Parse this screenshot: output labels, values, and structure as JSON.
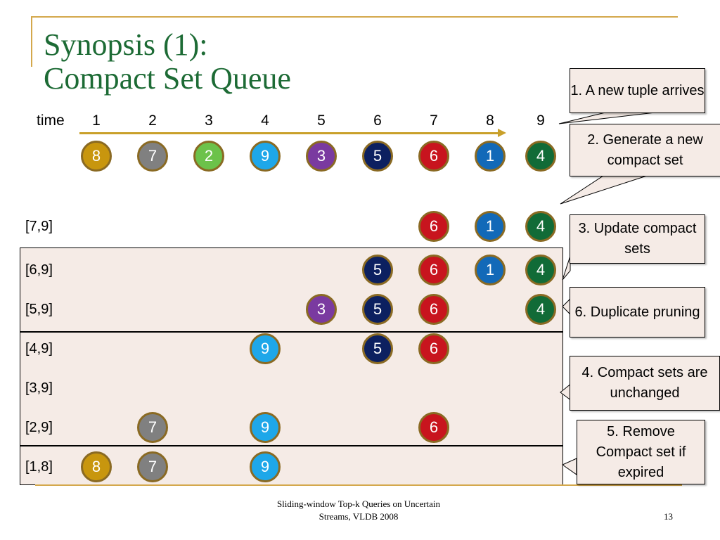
{
  "title": {
    "line1": "Synopsis (1):",
    "line2": "Compact Set Queue"
  },
  "timeline": {
    "label": "time",
    "ticks": [
      "1",
      "2",
      "3",
      "4",
      "5",
      "6",
      "7",
      "8",
      "9"
    ],
    "arrivals": [
      {
        "value": "8",
        "color": "#c8960e"
      },
      {
        "value": "7",
        "color": "#808080"
      },
      {
        "value": "2",
        "color": "#6cc24a"
      },
      {
        "value": "9",
        "color": "#1ea7e9"
      },
      {
        "value": "3",
        "color": "#7a3aa0"
      },
      {
        "value": "5",
        "color": "#0c2060"
      },
      {
        "value": "6",
        "color": "#c8141e"
      },
      {
        "value": "1",
        "color": "#1269b8"
      },
      {
        "value": "4",
        "color": "#116b37"
      }
    ]
  },
  "rows": [
    {
      "label": "[7,9]",
      "items": [
        {
          "time": 7,
          "value": "6"
        },
        {
          "time": 8,
          "value": "1"
        },
        {
          "time": 9,
          "value": "4"
        }
      ]
    },
    {
      "label": "[6,9]",
      "items": [
        {
          "time": 6,
          "value": "5"
        },
        {
          "time": 7,
          "value": "6"
        },
        {
          "time": 8,
          "value": "1"
        },
        {
          "time": 9,
          "value": "4"
        }
      ]
    },
    {
      "label": "[5,9]",
      "items": [
        {
          "time": 5,
          "value": "3"
        },
        {
          "time": 6,
          "value": "5"
        },
        {
          "time": 7,
          "value": "6"
        },
        {
          "time": 9,
          "value": "4"
        }
      ]
    },
    {
      "label": "[4,9]",
      "items": [
        {
          "time": 4,
          "value": "9"
        },
        {
          "time": 6,
          "value": "5"
        },
        {
          "time": 7,
          "value": "6"
        }
      ]
    },
    {
      "label": "[3,9]",
      "items": []
    },
    {
      "label": "[2,9]",
      "items": [
        {
          "time": 2,
          "value": "7"
        },
        {
          "time": 4,
          "value": "9"
        },
        {
          "time": 7,
          "value": "6"
        }
      ]
    },
    {
      "label": "[1,8]",
      "items": [
        {
          "time": 1,
          "value": "8"
        },
        {
          "time": 2,
          "value": "7"
        },
        {
          "time": 4,
          "value": "9"
        }
      ]
    }
  ],
  "callouts": [
    {
      "text": "1. A new tuple arrives"
    },
    {
      "text": "2. Generate a new compact set"
    },
    {
      "text": "3. Update compact sets"
    },
    {
      "text": "6. Duplicate pruning"
    },
    {
      "text": "4. Compact sets are unchanged"
    },
    {
      "text": "5. Remove Compact set if expired"
    }
  ],
  "footer": {
    "line1": "Sliding-window Top-k Queries on Uncertain",
    "line2": "Streams, VLDB 2008",
    "page": "13"
  }
}
